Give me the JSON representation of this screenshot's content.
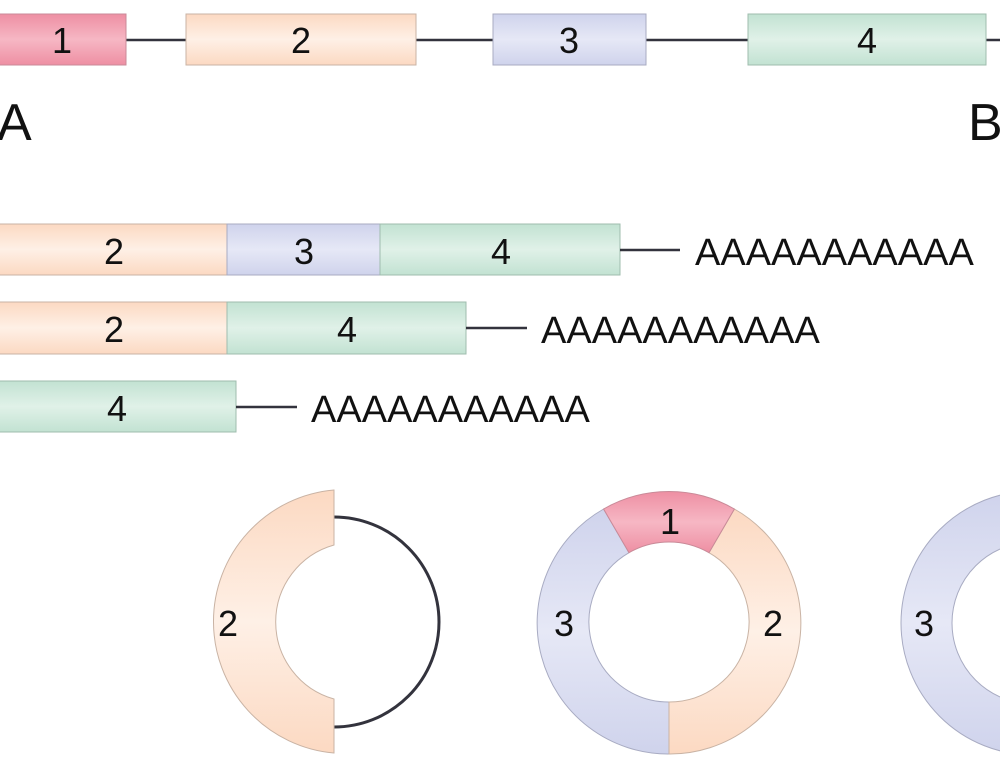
{
  "colors": {
    "exon1": "#f2a3b3",
    "exon2": "#fde4d2",
    "exon3": "#d8dcf0",
    "exon4": "#cfe8dc",
    "line": "#33333d",
    "stroke": "#a9a9b3"
  },
  "gene": {
    "exons": [
      "1",
      "2",
      "3",
      "4"
    ],
    "label_start": "A",
    "label_end": "B"
  },
  "transcripts": [
    {
      "exons": [
        "2",
        "3",
        "4"
      ],
      "tail": "AAAAAAAAAAA"
    },
    {
      "exons": [
        "2",
        "4"
      ],
      "tail": "AAAAAAAAAAA"
    },
    {
      "exons": [
        "4"
      ],
      "tail": "AAAAAAAAAAA"
    }
  ],
  "circles": [
    {
      "segments": [
        "2"
      ]
    },
    {
      "segments": [
        "1",
        "2",
        "3"
      ]
    },
    {
      "segments": [
        "3"
      ]
    }
  ]
}
